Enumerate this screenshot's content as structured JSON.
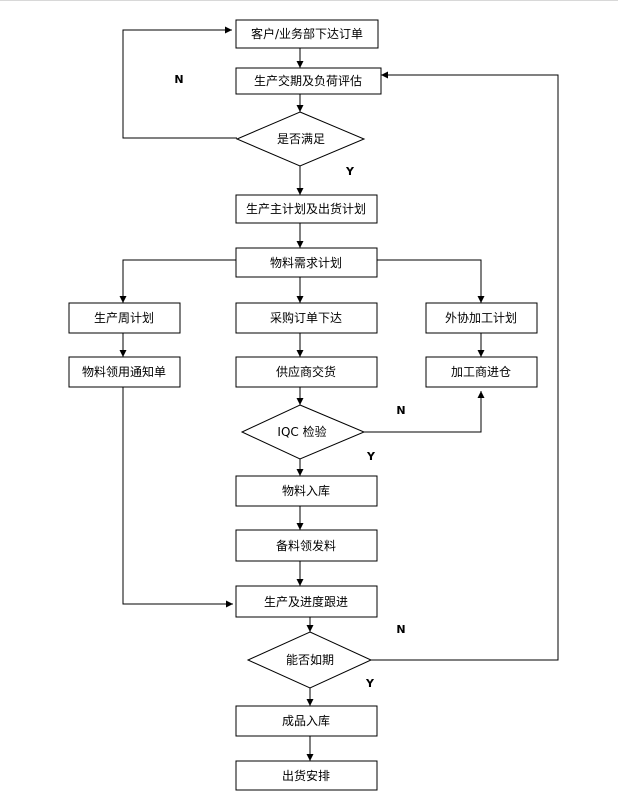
{
  "nodes": {
    "order": "客户/业务部下达订单",
    "delivery_eval": "生产交期及负荷评估",
    "satisfied": "是否满足",
    "master_plan": "生产主计划及出货计划",
    "mrp": "物料需求计划",
    "weekly_plan": "生产周计划",
    "purchase_order": "采购订单下达",
    "outsource_plan": "外协加工计划",
    "material_requisition": "物料领用通知单",
    "supplier_delivery": "供应商交货",
    "processor_delivery": "加工商进仓",
    "iqc": "IQC 检验",
    "material_stockin": "物料入库",
    "material_prep": "备料领发料",
    "progress_tracking": "生产及进度跟进",
    "on_time": "能否如期",
    "product_stockin": "成品入库",
    "shipping": "出货安排"
  },
  "labels": {
    "satisfied_no": "N",
    "satisfied_yes": "Y",
    "iqc_no": "N",
    "iqc_yes": "Y",
    "on_time_no": "N",
    "on_time_yes": "Y"
  }
}
